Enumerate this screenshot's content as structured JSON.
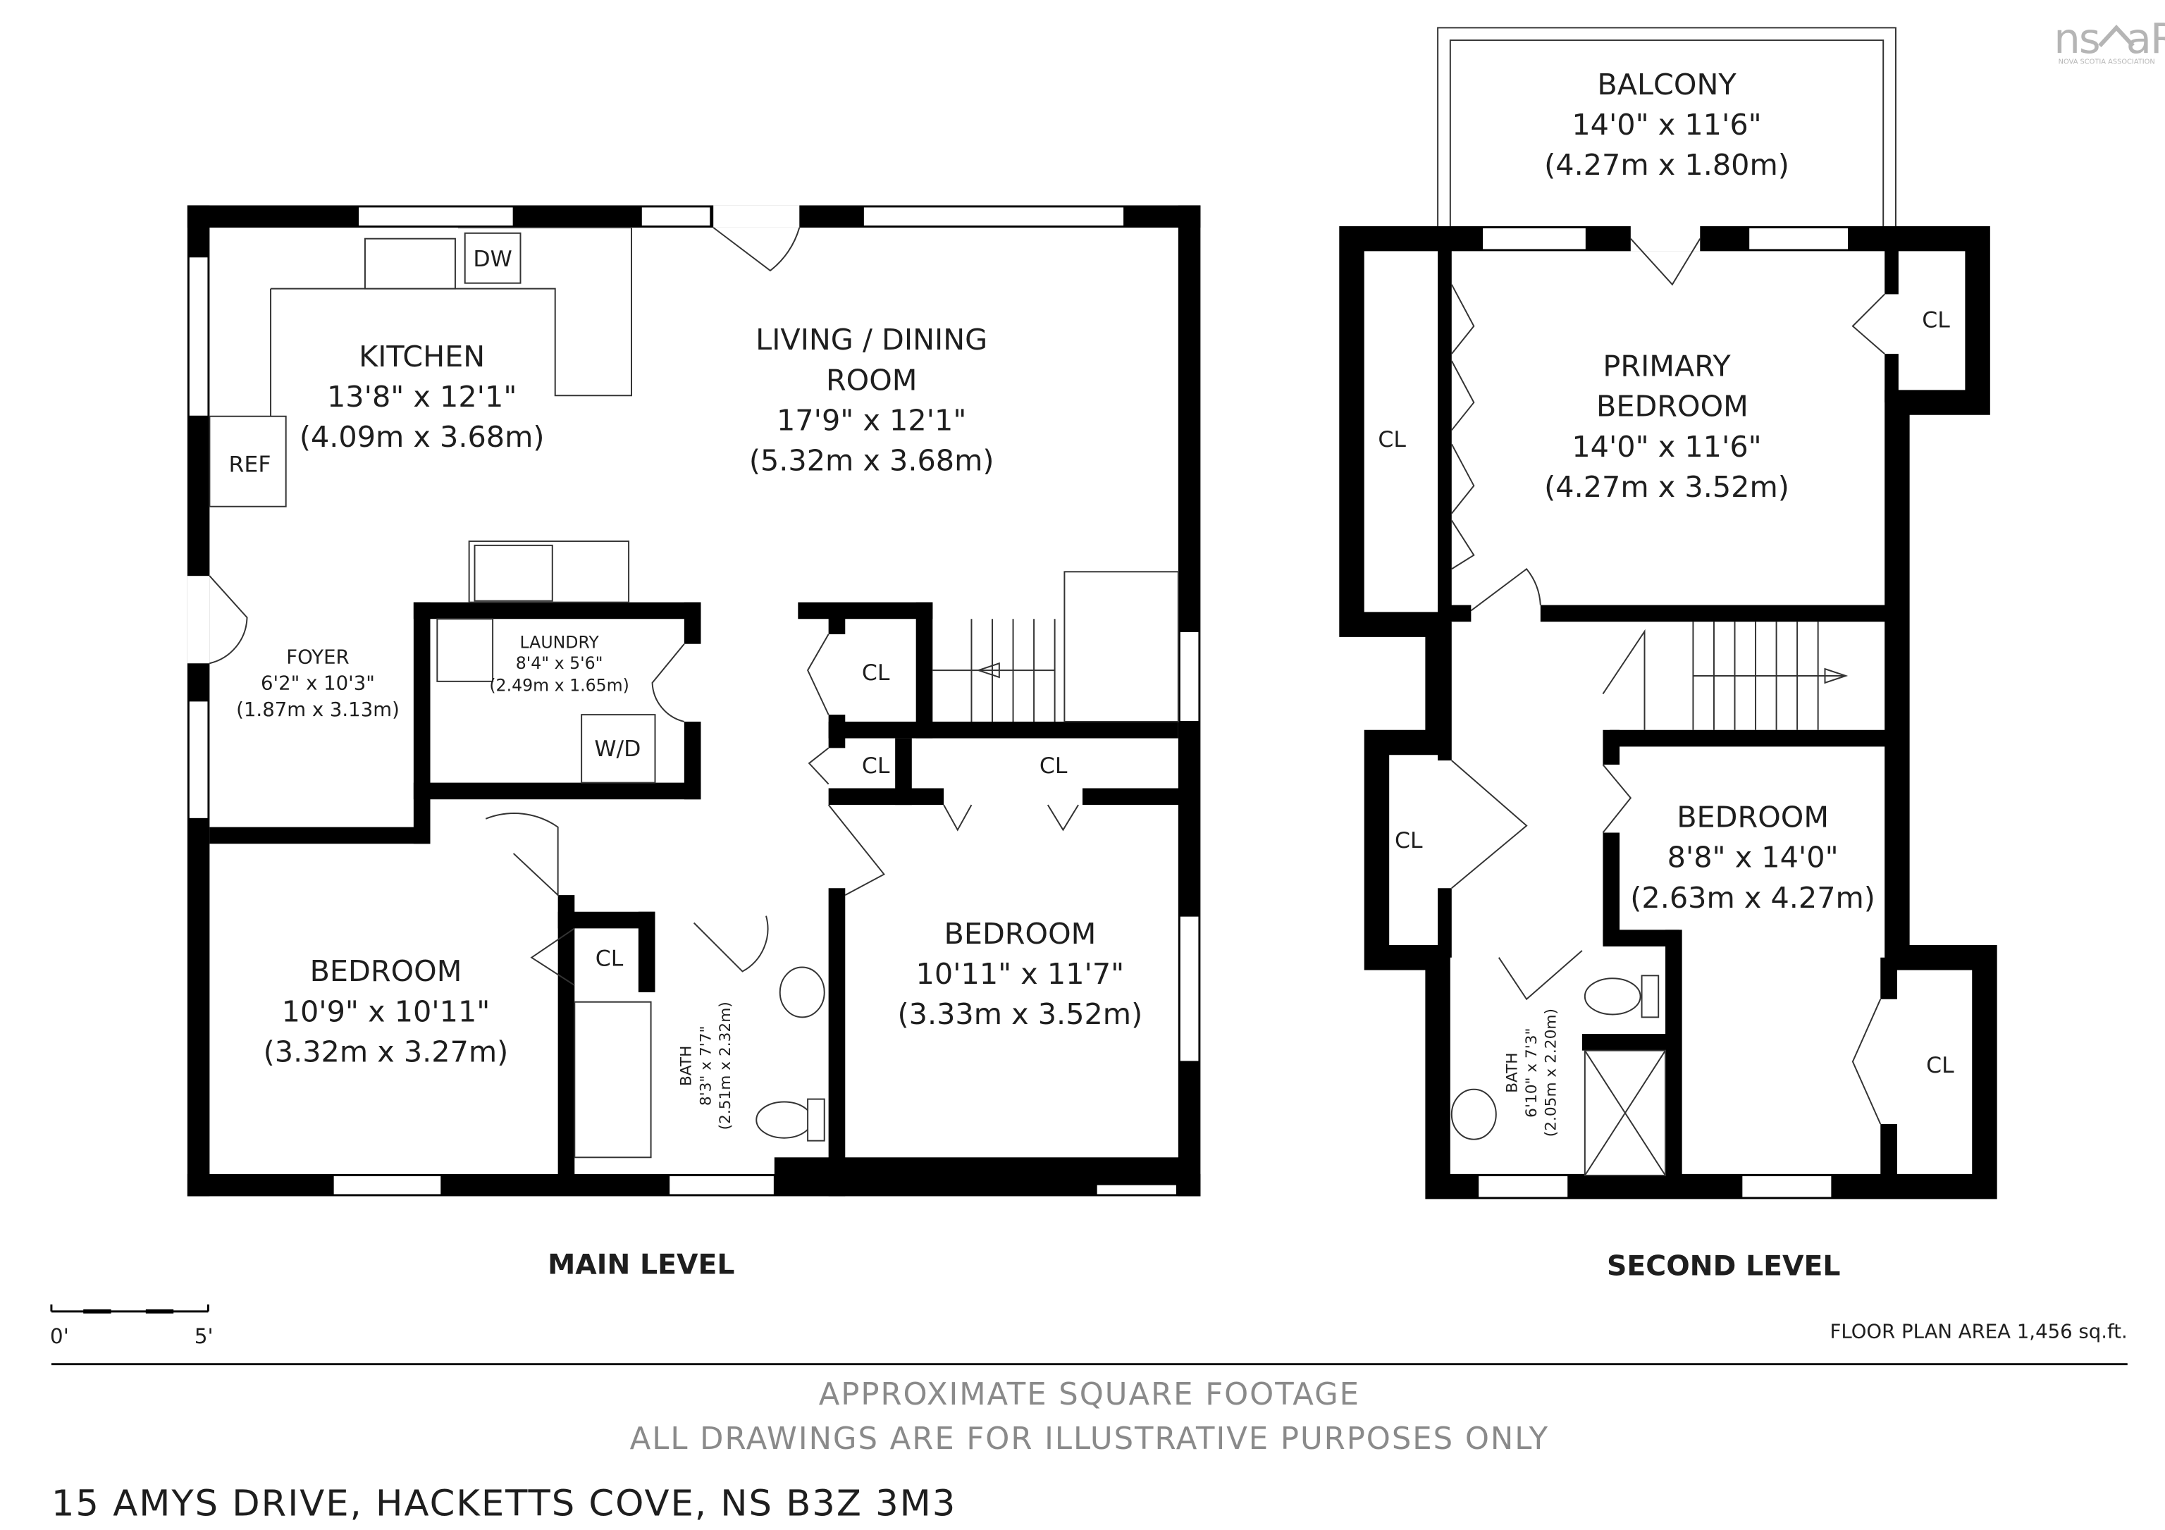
{
  "logo": {
    "text": "nsar",
    "subtitle": "NOVA SCOTIA ASSOCIATION OF REALTORS"
  },
  "main_level": {
    "title": "MAIN LEVEL",
    "rooms": [
      {
        "name": "KITCHEN",
        "imperial": "13'8\" x 12'1\"",
        "metric": "(4.09m x 3.68m)"
      },
      {
        "name_line1": "LIVING / DINING",
        "name_line2": "ROOM",
        "imperial": "17'9\" x 12'1\"",
        "metric": "(5.32m x 3.68m)"
      },
      {
        "name": "FOYER",
        "imperial": "6'2\" x 10'3\"",
        "metric": "(1.87m x 3.13m)"
      },
      {
        "name": "LAUNDRY",
        "imperial": "8'4\" x 5'6\"",
        "metric": "(2.49m x 1.65m)"
      },
      {
        "name": "BEDROOM",
        "imperial": "10'9\" x 10'11\"",
        "metric": "(3.32m x 3.27m)"
      },
      {
        "name": "BEDROOM",
        "imperial": "10'11\" x 11'7\"",
        "metric": "(3.33m x 3.52m)"
      },
      {
        "name": "BATH",
        "imperial": "8'3\" x 7'7\"",
        "metric": "(2.51m x 2.32m)"
      }
    ],
    "fixtures": {
      "dw": "DW",
      "ref": "REF",
      "wd": "W/D",
      "cl": "CL"
    }
  },
  "second_level": {
    "title": "SECOND LEVEL",
    "rooms": [
      {
        "name": "BALCONY",
        "imperial": "14'0\" x 11'6\"",
        "metric": "(4.27m x 1.80m)"
      },
      {
        "name_line1": "PRIMARY",
        "name_line2": "BEDROOM",
        "imperial": "14'0\" x 11'6\"",
        "metric": "(4.27m x 3.52m)"
      },
      {
        "name": "BEDROOM",
        "imperial": "8'8\" x 14'0\"",
        "metric": "(2.63m x 4.27m)"
      },
      {
        "name": "BATH",
        "imperial": "6'10\" x 7'3\"",
        "metric": "(2.05m x 2.20m)"
      }
    ],
    "fixtures": {
      "cl": "CL"
    }
  },
  "scale": {
    "start": "0'",
    "end": "5'"
  },
  "floor_area": "FLOOR PLAN AREA 1,456 sq.ft.",
  "disclaimer": {
    "line1": "APPROXIMATE SQUARE FOOTAGE",
    "line2": "ALL DRAWINGS ARE FOR ILLUSTRATIVE PURPOSES ONLY"
  },
  "address": "15 AMYS DRIVE, HACKETTS COVE, NS B3Z 3M3"
}
